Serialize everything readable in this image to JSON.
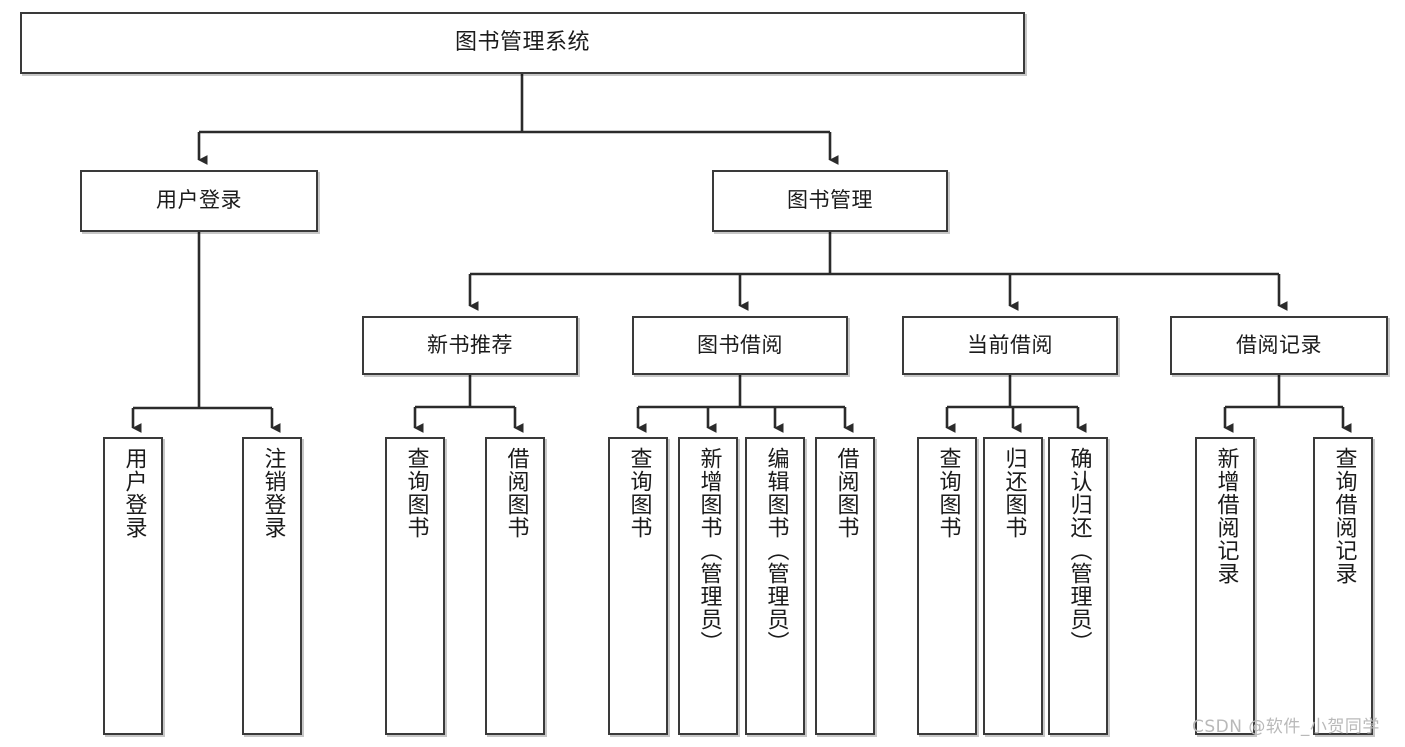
{
  "diagram": {
    "title": "图书管理系统",
    "type": "tree-hierarchy-chart",
    "watermark": "CSDN @软件_小贺同学",
    "colors": {
      "node_border": "#3a3a3a",
      "node_fill": "#ffffff",
      "edge": "#2b2b2b",
      "text": "#1b1b1b",
      "watermark": "#b9b9b9"
    }
  },
  "nodes": {
    "root": {
      "label": "图书管理系统"
    },
    "level2": [
      {
        "id": "user-login",
        "label": "用户登录"
      },
      {
        "id": "book-manage",
        "label": "图书管理"
      }
    ],
    "level3": [
      {
        "id": "new-book-recommend",
        "label": "新书推荐"
      },
      {
        "id": "book-borrow",
        "label": "图书借阅"
      },
      {
        "id": "current-borrow",
        "label": "当前借阅"
      },
      {
        "id": "borrow-record",
        "label": "借阅记录"
      }
    ],
    "leaves": {
      "user-login": [
        {
          "id": "leaf-user-login",
          "label": "用户登录"
        },
        {
          "id": "leaf-user-logout",
          "label": "注销登录"
        }
      ],
      "new-book-recommend": [
        {
          "id": "leaf-query-book-1",
          "label": "查询图书"
        },
        {
          "id": "leaf-borrow-book-1",
          "label": "借阅图书"
        }
      ],
      "book-borrow": [
        {
          "id": "leaf-query-book-2",
          "label": "查询图书"
        },
        {
          "id": "leaf-add-book",
          "label": "新增图书（管理员）"
        },
        {
          "id": "leaf-edit-book",
          "label": "编辑图书（管理员）"
        },
        {
          "id": "leaf-borrow-book-2",
          "label": "借阅图书"
        }
      ],
      "current-borrow": [
        {
          "id": "leaf-query-book-3",
          "label": "查询图书"
        },
        {
          "id": "leaf-return-book",
          "label": "归还图书"
        },
        {
          "id": "leaf-confirm-return",
          "label": "确认归还（管理员）"
        }
      ],
      "borrow-record": [
        {
          "id": "leaf-add-record",
          "label": "新增借阅记录"
        },
        {
          "id": "leaf-query-record",
          "label": "查询借阅记录"
        }
      ]
    }
  }
}
